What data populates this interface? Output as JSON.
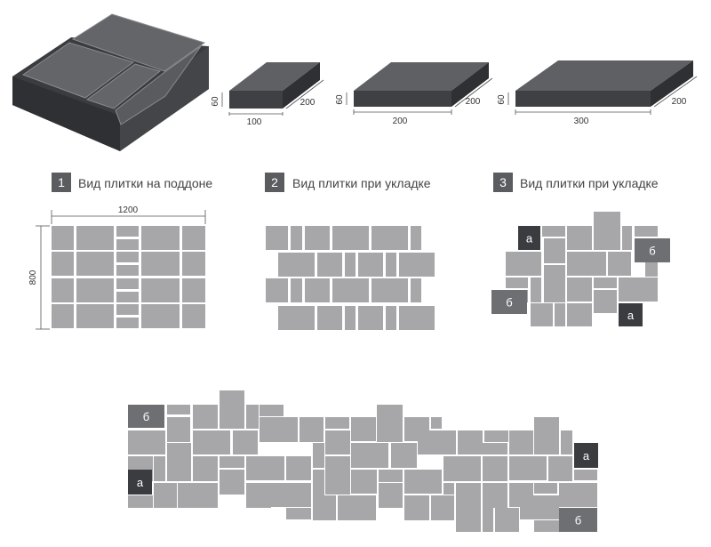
{
  "dimensions": {
    "small": {
      "height": "60",
      "length": "100",
      "depth": "200"
    },
    "medium": {
      "height": "60",
      "length": "200",
      "depth": "200"
    },
    "large": {
      "height": "60",
      "length": "300",
      "depth": "200"
    }
  },
  "sections": [
    {
      "number": "1",
      "title": "Вид плитки на поддоне"
    },
    {
      "number": "2",
      "title": "Вид плитки при укладке"
    },
    {
      "number": "3",
      "title": "Вид плитки при укладке"
    }
  ],
  "pallet": {
    "width": "1200",
    "height": "800"
  },
  "markers": {
    "a": "а",
    "b": "б"
  },
  "colors": {
    "tile": "#a7a7a9",
    "tile_dark_top": "#5f6063",
    "tile_dark_side": "#3f4043",
    "marker_a": "#3b3c3f",
    "marker_b": "#6e6f72",
    "badge": "#5b5c5f"
  }
}
